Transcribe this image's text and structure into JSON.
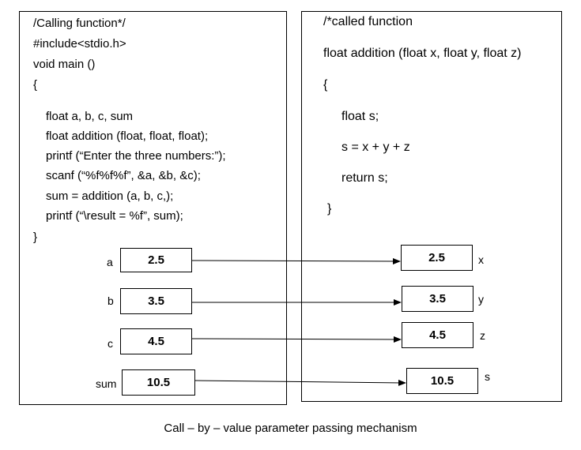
{
  "caller": {
    "lines": [
      "/Calling function*/",
      "#include<stdio.h>",
      "void main ()",
      "{",
      "float a, b, c, sum",
      "float addition (float, float, float);",
      "printf (“Enter the three numbers:”);",
      "scanf (“%f%f%f”, &a, &b, &c);",
      "sum = addition (a, b, c,);",
      "printf (“\\result = %f”, sum);",
      "}"
    ],
    "vars": [
      {
        "name": "a",
        "value": "2.5"
      },
      {
        "name": "b",
        "value": "3.5"
      },
      {
        "name": "c",
        "value": "4.5"
      },
      {
        "name": "sum",
        "value": "10.5"
      }
    ]
  },
  "callee": {
    "lines": [
      "/*called function",
      "float addition (float x, float y, float z)",
      "{",
      "float s;",
      "s = x + y + z",
      "return s;",
      "}"
    ],
    "params": [
      {
        "name": "x",
        "value": "2.5"
      },
      {
        "name": "y",
        "value": "3.5"
      },
      {
        "name": "z",
        "value": "4.5"
      },
      {
        "name": "s",
        "value": "10.5"
      }
    ]
  },
  "caption": "Call – by – value parameter passing mechanism"
}
